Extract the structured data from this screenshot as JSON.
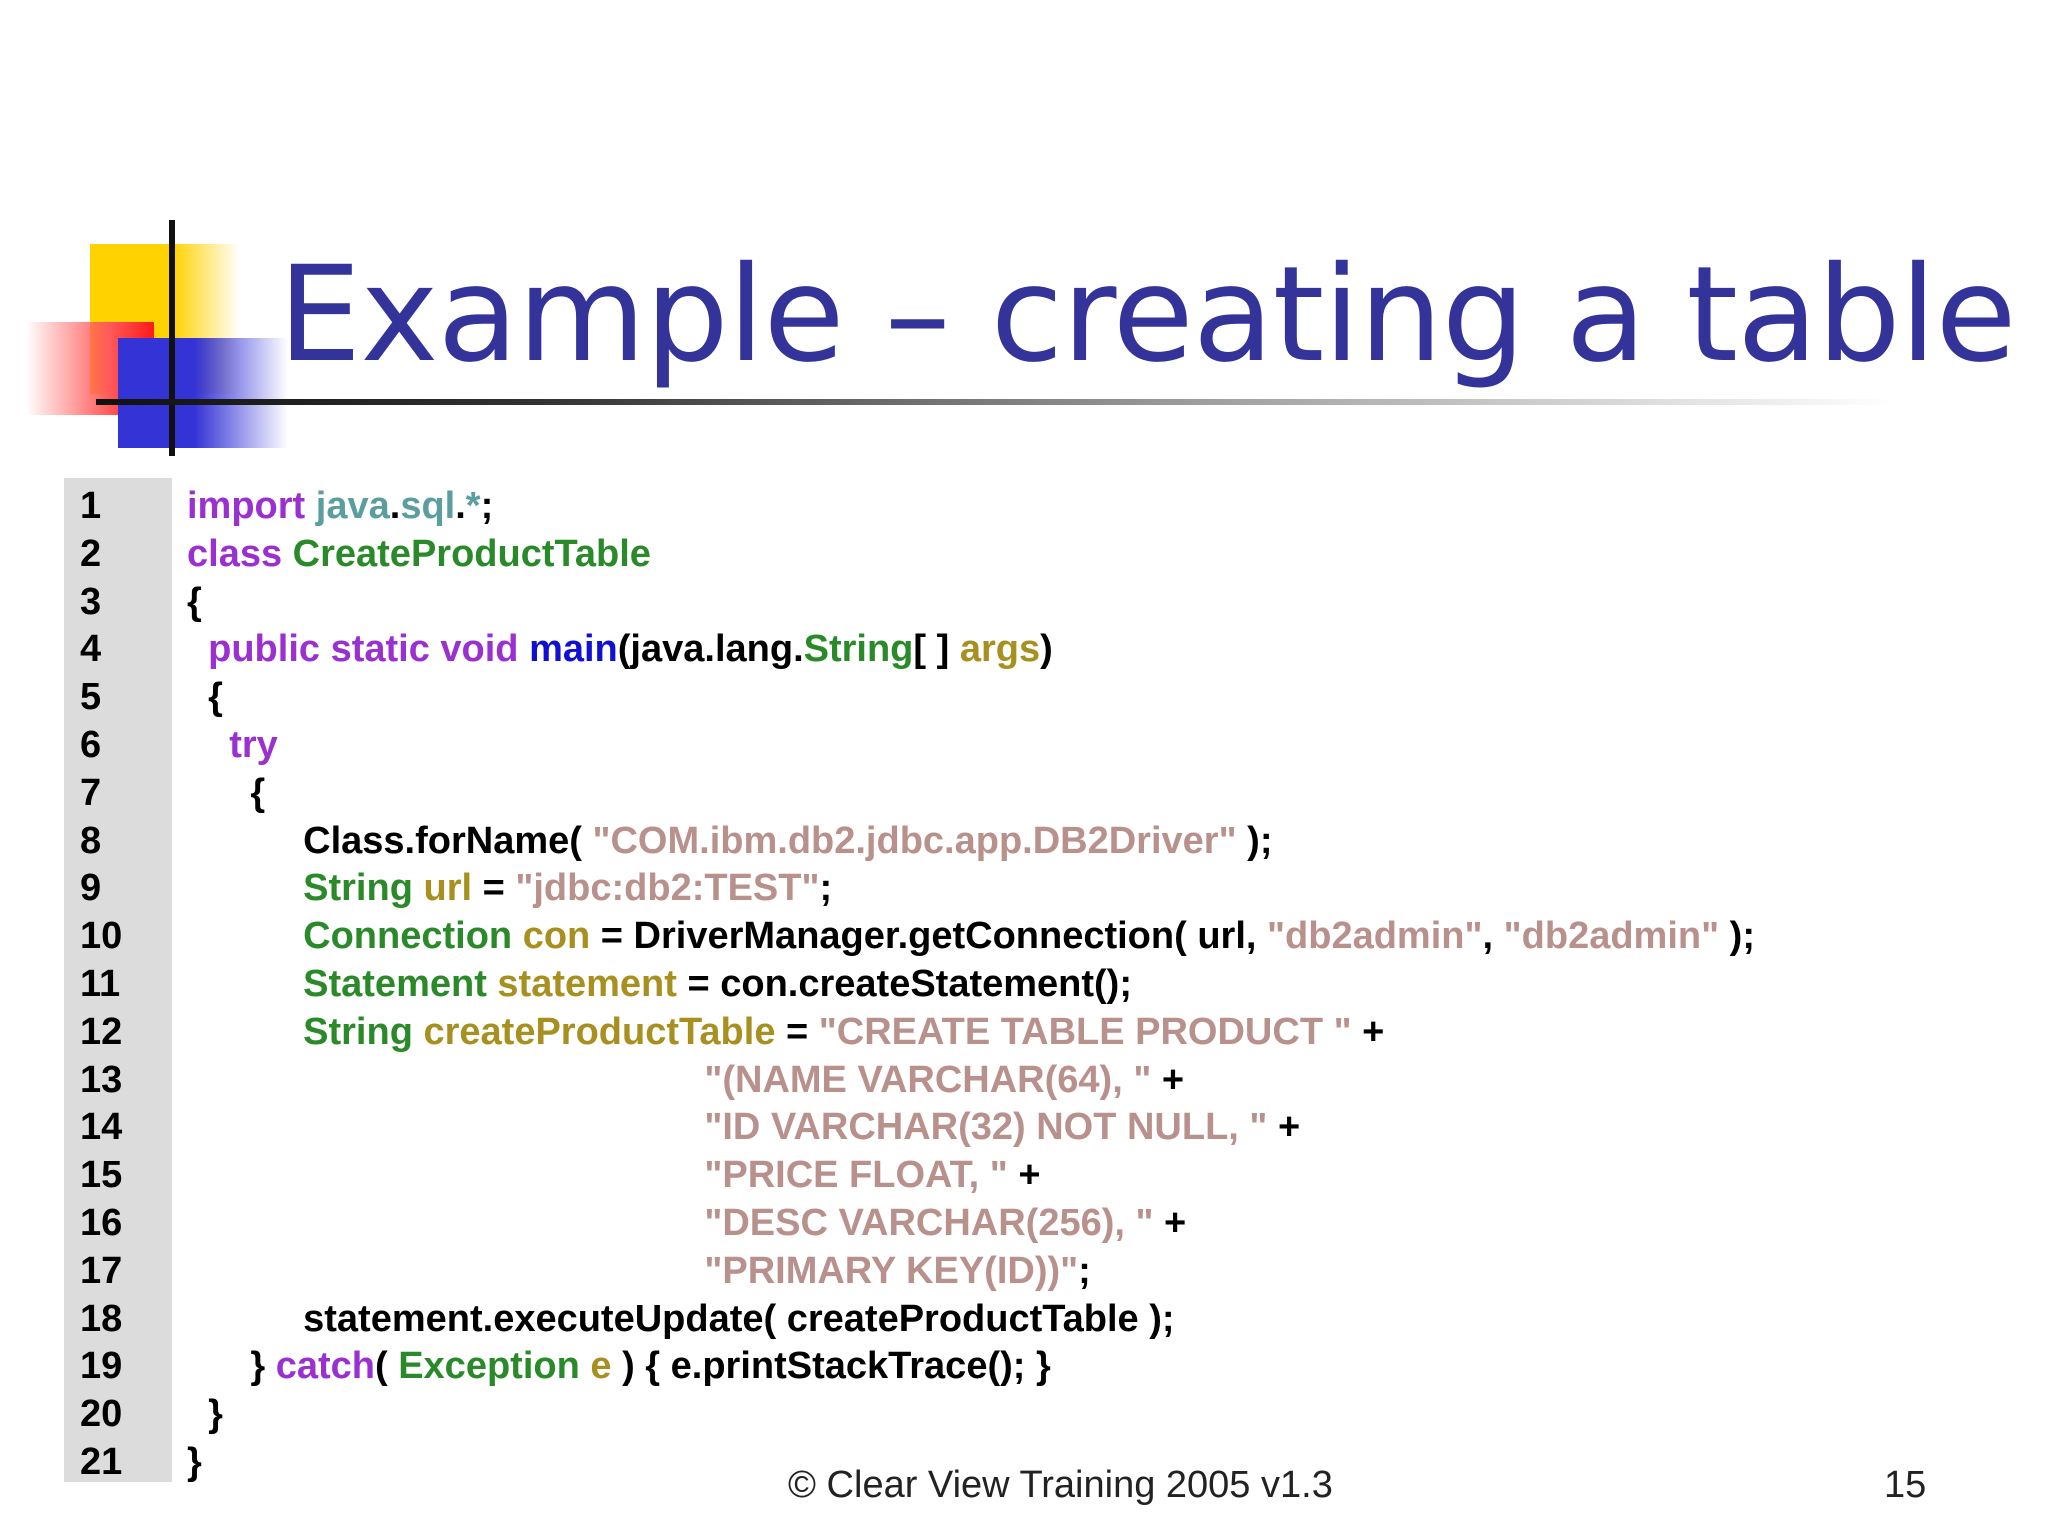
{
  "slide": {
    "title": "Example – creating a table",
    "footer": "©  Clear View Training 2005 v1.3",
    "page_number": "15"
  },
  "colors": {
    "title": "#33339a",
    "keyword": "#9a30d0",
    "type": "#2a8a2a",
    "package": "#5a9ea0",
    "string": "#b8908c",
    "variable": "#a89020",
    "method": "#1010d0"
  },
  "code_lines": [
    {
      "num": "1",
      "tokens": [
        [
          "kw",
          "import"
        ],
        [
          "pl",
          " "
        ],
        [
          "pk",
          "java"
        ],
        [
          "pl",
          "."
        ],
        [
          "pk",
          "sql"
        ],
        [
          "pl",
          "."
        ],
        [
          "pk",
          "*"
        ],
        [
          "pl",
          ";"
        ]
      ]
    },
    {
      "num": "2",
      "tokens": [
        [
          "kw",
          "class"
        ],
        [
          "pl",
          " "
        ],
        [
          "ty",
          "CreateProductTable"
        ]
      ]
    },
    {
      "num": "3",
      "tokens": [
        [
          "pl",
          "{"
        ]
      ]
    },
    {
      "num": "4",
      "tokens": [
        [
          "pl",
          "  "
        ],
        [
          "kw",
          "public static void"
        ],
        [
          "pl",
          " "
        ],
        [
          "mth",
          "main"
        ],
        [
          "pl",
          "(java.lang."
        ],
        [
          "ty",
          "String"
        ],
        [
          "pl",
          "[ ] "
        ],
        [
          "var",
          "args"
        ],
        [
          "pl",
          ")"
        ]
      ]
    },
    {
      "num": "5",
      "tokens": [
        [
          "pl",
          "  {"
        ]
      ]
    },
    {
      "num": "6",
      "tokens": [
        [
          "pl",
          "    "
        ],
        [
          "kw",
          "try"
        ]
      ]
    },
    {
      "num": "7",
      "tokens": [
        [
          "pl",
          "      {"
        ]
      ]
    },
    {
      "num": "8",
      "tokens": [
        [
          "pl",
          "           Class.forName( "
        ],
        [
          "str",
          "\"COM.ibm.db2.jdbc.app.DB2Driver\""
        ],
        [
          "pl",
          " );"
        ]
      ]
    },
    {
      "num": "9",
      "tokens": [
        [
          "pl",
          "           "
        ],
        [
          "ty",
          "String"
        ],
        [
          "pl",
          " "
        ],
        [
          "var",
          "url"
        ],
        [
          "pl",
          " = "
        ],
        [
          "str",
          "\"jdbc:db2:TEST\""
        ],
        [
          "pl",
          ";"
        ]
      ]
    },
    {
      "num": "10",
      "tokens": [
        [
          "pl",
          "           "
        ],
        [
          "ty",
          "Connection"
        ],
        [
          "pl",
          " "
        ],
        [
          "var",
          "con"
        ],
        [
          "pl",
          " = DriverManager.getConnection( url, "
        ],
        [
          "str",
          "\"db2admin\""
        ],
        [
          "pl",
          ", "
        ],
        [
          "str",
          "\"db2admin\""
        ],
        [
          "pl",
          " );"
        ]
      ]
    },
    {
      "num": "11",
      "tokens": [
        [
          "pl",
          "           "
        ],
        [
          "ty",
          "Statement"
        ],
        [
          "pl",
          " "
        ],
        [
          "var",
          "statement"
        ],
        [
          "pl",
          " = con.createStatement();"
        ]
      ]
    },
    {
      "num": "12",
      "tokens": [
        [
          "pl",
          "           "
        ],
        [
          "ty",
          "String"
        ],
        [
          "pl",
          " "
        ],
        [
          "var",
          "createProductTable"
        ],
        [
          "pl",
          " = "
        ],
        [
          "str",
          "\"CREATE TABLE PRODUCT \""
        ],
        [
          "pl",
          " +"
        ]
      ]
    },
    {
      "num": "13",
      "tokens": [
        [
          "pl",
          "                                                 "
        ],
        [
          "str",
          "\"(NAME VARCHAR(64), \""
        ],
        [
          "pl",
          " +"
        ]
      ]
    },
    {
      "num": "14",
      "tokens": [
        [
          "pl",
          "                                                 "
        ],
        [
          "str",
          "\"ID VARCHAR(32) NOT NULL, \""
        ],
        [
          "pl",
          " +"
        ]
      ]
    },
    {
      "num": "15",
      "tokens": [
        [
          "pl",
          "                                                 "
        ],
        [
          "str",
          "\"PRICE FLOAT, \""
        ],
        [
          "pl",
          " +"
        ]
      ]
    },
    {
      "num": "16",
      "tokens": [
        [
          "pl",
          "                                                 "
        ],
        [
          "str",
          "\"DESC VARCHAR(256), \""
        ],
        [
          "pl",
          " +"
        ]
      ]
    },
    {
      "num": "17",
      "tokens": [
        [
          "pl",
          "                                                 "
        ],
        [
          "str",
          "\"PRIMARY KEY(ID))\""
        ],
        [
          "pl",
          ";"
        ]
      ]
    },
    {
      "num": "18",
      "tokens": [
        [
          "pl",
          "           statement.executeUpdate( createProductTable );"
        ]
      ]
    },
    {
      "num": "19",
      "tokens": [
        [
          "pl",
          "      } "
        ],
        [
          "kw",
          "catch"
        ],
        [
          "pl",
          "( "
        ],
        [
          "ty",
          "Exception"
        ],
        [
          "pl",
          " "
        ],
        [
          "var",
          "e"
        ],
        [
          "pl",
          " ) { e.printStackTrace(); }"
        ]
      ]
    },
    {
      "num": "20",
      "tokens": [
        [
          "pl",
          "  }"
        ]
      ]
    },
    {
      "num": "21",
      "tokens": [
        [
          "pl",
          "}"
        ]
      ]
    }
  ]
}
